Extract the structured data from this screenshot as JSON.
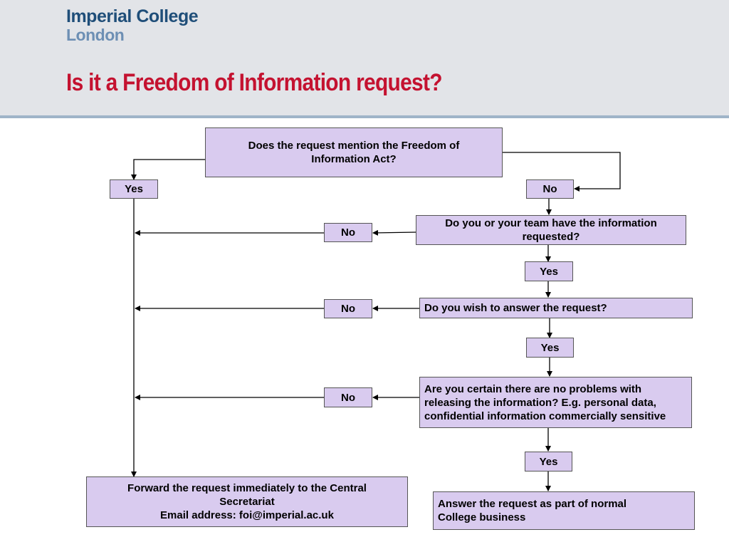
{
  "header": {
    "logo_line1": "Imperial College",
    "logo_line2": "London",
    "title": "Is it a Freedom of Information request?"
  },
  "flow": {
    "q1": "Does the request mention the Freedom of Information Act?",
    "q1_yes": "Yes",
    "q1_no": "No",
    "q2": "Do you or your team have the information requested?",
    "q2_no": "No",
    "q2_yes": "Yes",
    "q3": "Do you wish to answer the request?",
    "q3_no": "No",
    "q3_yes": "Yes",
    "q4": "Are you certain there are no problems with releasing the information? E.g. personal data, confidential information commercially sensitive",
    "q4_no": "No",
    "q4_yes": "Yes",
    "forward_line1": "Forward the request immediately to the Central Secretariat",
    "forward_line2": "Email address:   foi@imperial.ac.uk",
    "answer": "Answer the request as part of normal College business"
  },
  "colors": {
    "box_fill": "#d9cbef",
    "title": "#c41230",
    "logo_primary": "#1f4e79",
    "logo_secondary": "#6d8fb4",
    "header_bg": "#e2e4e8"
  }
}
